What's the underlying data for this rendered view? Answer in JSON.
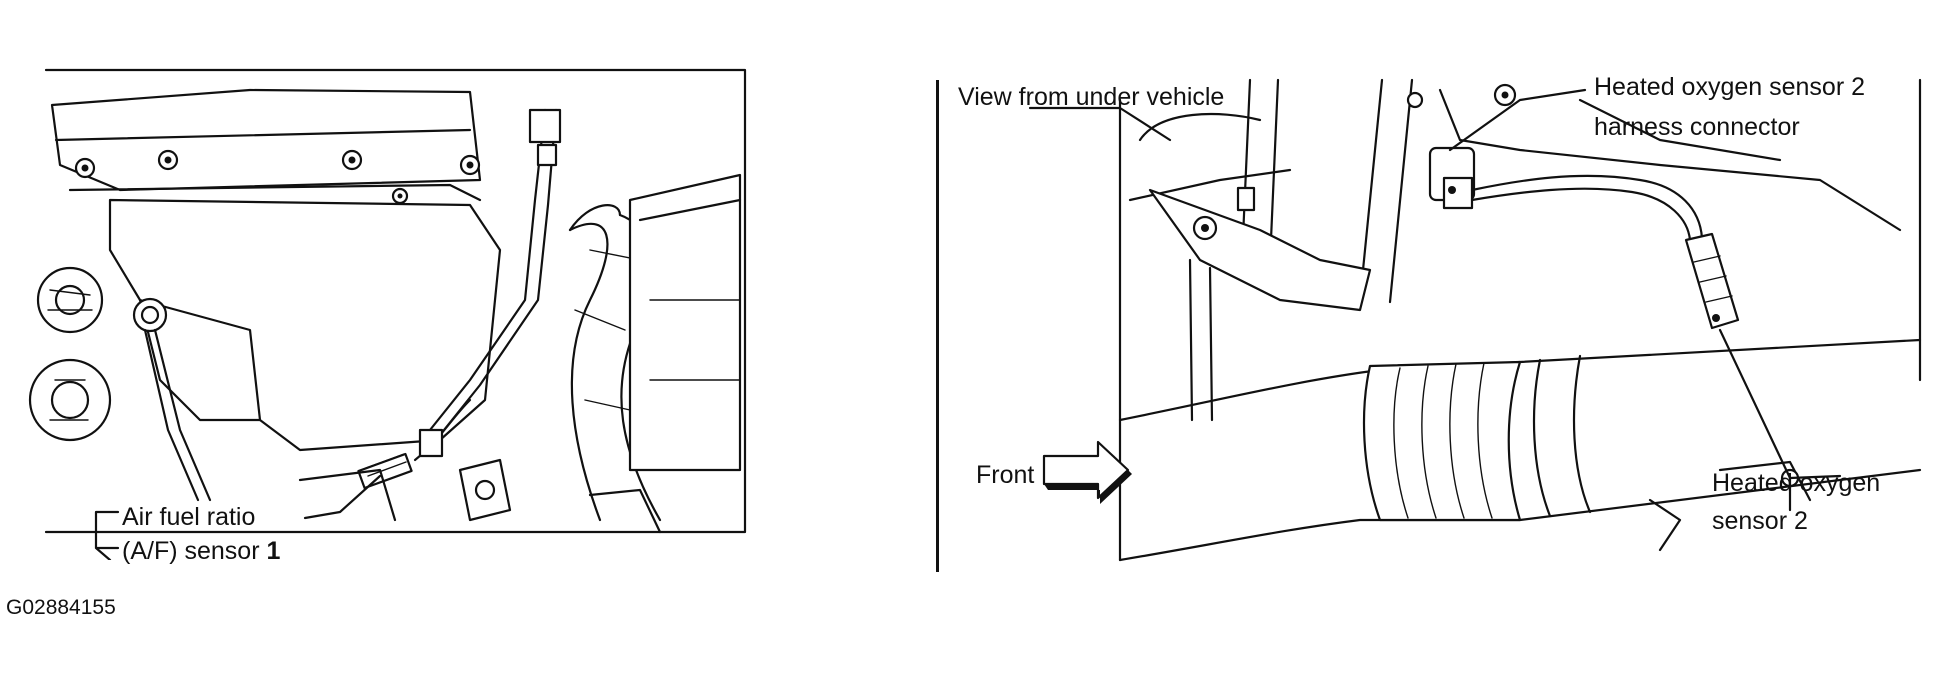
{
  "left_view": {
    "callout": {
      "line1": "Air fuel ratio",
      "line2_prefix": "(A/F) sensor",
      "line2_number": "1"
    }
  },
  "right_view": {
    "view_note": "View from under vehicle",
    "front_label": "Front",
    "connector_callout": {
      "line1": "Heated oxygen sensor 2",
      "line2": "harness connector"
    },
    "sensor_callout": {
      "line1": "Heated oxygen",
      "line2": "sensor 2"
    }
  },
  "figure_id": "G02884155"
}
